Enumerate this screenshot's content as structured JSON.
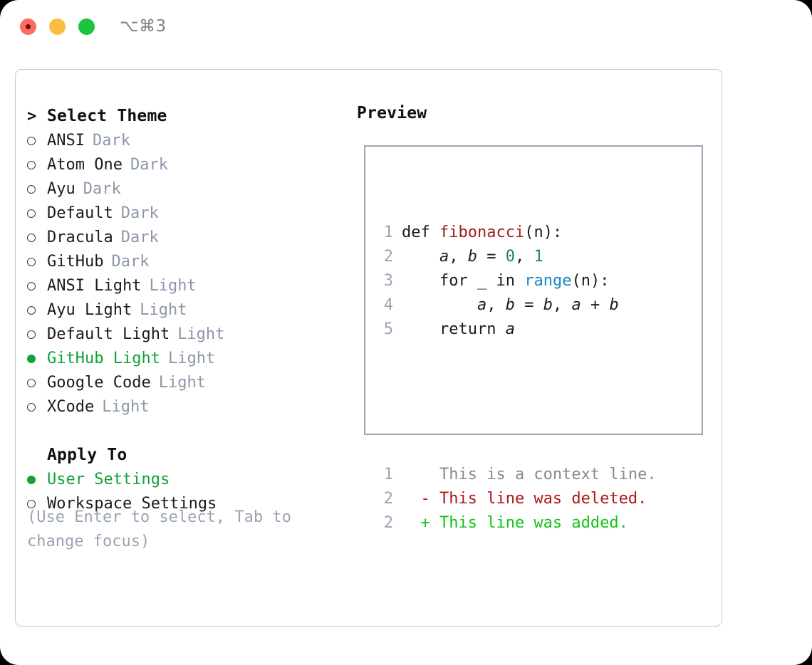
{
  "titlebar": {
    "shortcut": "⌥⌘3",
    "buttons": [
      {
        "name": "close",
        "color": "#fd6a5e"
      },
      {
        "name": "minimize",
        "color": "#fdbc40"
      },
      {
        "name": "maximize",
        "color": "#1cc63c"
      }
    ]
  },
  "theme_panel": {
    "header": "Select Theme",
    "caret": ">",
    "items": [
      {
        "name": "ANSI",
        "kind": "Dark",
        "selected": false
      },
      {
        "name": "Atom One",
        "kind": "Dark",
        "selected": false
      },
      {
        "name": "Ayu",
        "kind": "Dark",
        "selected": false
      },
      {
        "name": "Default",
        "kind": "Dark",
        "selected": false
      },
      {
        "name": "Dracula",
        "kind": "Dark",
        "selected": false
      },
      {
        "name": "GitHub",
        "kind": "Dark",
        "selected": false
      },
      {
        "name": "ANSI Light",
        "kind": "Light",
        "selected": false
      },
      {
        "name": "Ayu Light",
        "kind": "Light",
        "selected": false
      },
      {
        "name": "Default Light",
        "kind": "Light",
        "selected": false
      },
      {
        "name": "GitHub Light",
        "kind": "Light",
        "selected": true
      },
      {
        "name": "Google Code",
        "kind": "Light",
        "selected": false
      },
      {
        "name": "XCode",
        "kind": "Light",
        "selected": false
      }
    ]
  },
  "apply_to": {
    "header": "Apply To",
    "options": [
      {
        "name": "User Settings",
        "selected": true
      },
      {
        "name": "Workspace Settings",
        "selected": false
      }
    ]
  },
  "hint": "(Use Enter to select, Tab to change focus)",
  "preview": {
    "header": "Preview",
    "code_lines": [
      {
        "num": "1",
        "tokens": [
          {
            "t": "def ",
            "c": "kw"
          },
          {
            "t": "fibonacci",
            "c": "fn"
          },
          {
            "t": "(n):",
            "c": "plain"
          }
        ]
      },
      {
        "num": "2",
        "tokens": [
          {
            "t": "    ",
            "c": "plain"
          },
          {
            "t": "a",
            "c": "var"
          },
          {
            "t": ", ",
            "c": "plain"
          },
          {
            "t": "b",
            "c": "var"
          },
          {
            "t": " = ",
            "c": "plain"
          },
          {
            "t": "0",
            "c": "num"
          },
          {
            "t": ", ",
            "c": "plain"
          },
          {
            "t": "1",
            "c": "num"
          }
        ]
      },
      {
        "num": "3",
        "tokens": [
          {
            "t": "    for ",
            "c": "kw"
          },
          {
            "t": "_ ",
            "c": "plain"
          },
          {
            "t": "in ",
            "c": "kw"
          },
          {
            "t": "range",
            "c": "call"
          },
          {
            "t": "(n):",
            "c": "plain"
          }
        ]
      },
      {
        "num": "4",
        "tokens": [
          {
            "t": "        ",
            "c": "plain"
          },
          {
            "t": "a",
            "c": "var"
          },
          {
            "t": ", ",
            "c": "plain"
          },
          {
            "t": "b",
            "c": "var"
          },
          {
            "t": " = ",
            "c": "plain"
          },
          {
            "t": "b",
            "c": "var"
          },
          {
            "t": ", ",
            "c": "plain"
          },
          {
            "t": "a",
            "c": "var"
          },
          {
            "t": " + ",
            "c": "plain"
          },
          {
            "t": "b",
            "c": "var"
          }
        ]
      },
      {
        "num": "5",
        "tokens": [
          {
            "t": "    return ",
            "c": "kw"
          },
          {
            "t": "a",
            "c": "var"
          }
        ]
      }
    ],
    "diff_lines": [
      {
        "num": "1",
        "marker": " ",
        "text": "This is a context line.",
        "kind": "ctx"
      },
      {
        "num": "2",
        "marker": "-",
        "text": "This line was deleted.",
        "kind": "del"
      },
      {
        "num": "2",
        "marker": "+",
        "text": "This line was added.",
        "kind": "add"
      }
    ]
  },
  "colors": {
    "accent_green": "#12a13a",
    "muted": "#8c97a8",
    "border": "#9aa5b4",
    "panel_border": "#c3cad6",
    "function_red": "#9d1f1f",
    "number_teal": "#1a7f7a",
    "call_blue": "#1b86c4",
    "diff_delete": "#b01818",
    "diff_add": "#12c415"
  }
}
